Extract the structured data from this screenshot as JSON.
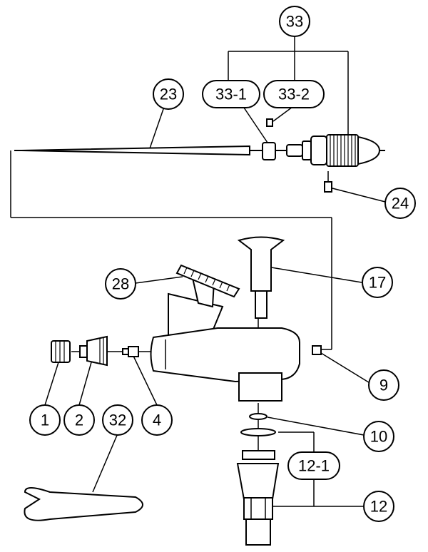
{
  "callouts": {
    "c33": "33",
    "c33_1": "33-1",
    "c33_2": "33-2",
    "c23": "23",
    "c24": "24",
    "c28": "28",
    "c17": "17",
    "c9": "9",
    "c1": "1",
    "c2": "2",
    "c4": "4",
    "c32": "32",
    "c10": "10",
    "c12_1": "12-1",
    "c12": "12"
  }
}
